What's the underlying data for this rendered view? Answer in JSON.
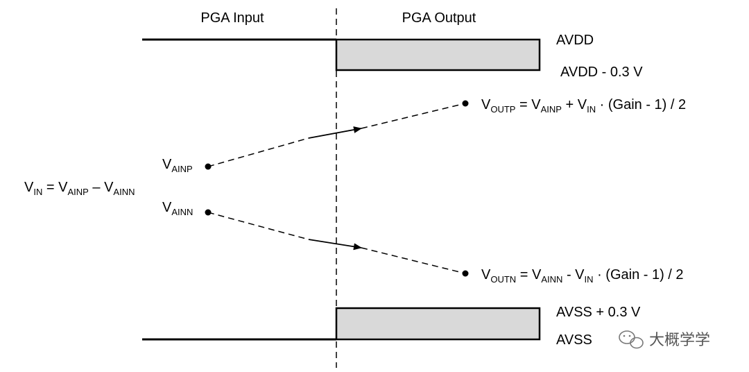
{
  "headers": {
    "left": "PGA Input",
    "right": "PGA Output"
  },
  "rails": {
    "avdd": "AVDD",
    "avdd_minus": "AVDD - 0.3 V",
    "avss_plus": "AVSS + 0.3 V",
    "avss": "AVSS"
  },
  "inputs": {
    "vin_eq": {
      "v1": "V",
      "s1": "IN",
      "eq": " = V",
      "s2": "AINP",
      "minus": " – V",
      "s3": "AINN"
    },
    "ainp": {
      "v": "V",
      "sub": "AINP"
    },
    "ainn": {
      "v": "V",
      "sub": "AINN"
    }
  },
  "outputs": {
    "outp": {
      "v1": "V",
      "s1": "OUTP",
      "eq": " = V",
      "s2": "AINP",
      "plus": " + V",
      "s3": "IN",
      "tail": " · (Gain - 1) / 2"
    },
    "outn": {
      "v1": "V",
      "s1": "OUTN",
      "eq": " = V",
      "s2": "AINN",
      "minus": " - V",
      "s3": "IN",
      "tail": " · (Gain - 1) / 2"
    }
  },
  "watermark": {
    "text": "大概学学"
  },
  "colors": {
    "line": "#000000",
    "box_fill": "#d9d9d9",
    "watermark": "#555555"
  },
  "icons": {
    "watermark_icon": "wechat-icon"
  }
}
